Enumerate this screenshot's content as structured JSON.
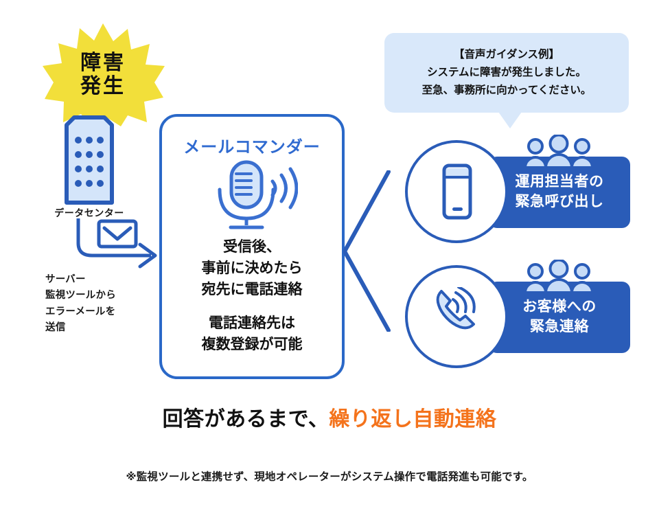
{
  "theme": {
    "brand_blue": "#2a5cb8",
    "title_blue": "#2f6ad0",
    "light_blue": "#d9e8fa",
    "burst_yellow": "#f2df3a",
    "accent_orange": "#f4731c",
    "text_black": "#111111",
    "background": "#ffffff"
  },
  "incident": {
    "burst_line1": "障害",
    "burst_line2": "発生",
    "datacenter_label": "データセンター",
    "server_note": "サーバー\n監視ツールから\nエラーメールを\n送信",
    "server_note_lines": [
      "サーバー",
      "監視ツールから",
      "エラーメールを",
      "送信"
    ],
    "mail_icon": "envelope-icon",
    "datacenter_icon": "data-center-rack-icon",
    "burst_icon": "starburst-shape"
  },
  "main_card": {
    "title": "メールコマンダー",
    "icon": "microphone-icon",
    "body_block_1": [
      "受信後、",
      "事前に決めたら",
      "宛先に電話連絡"
    ],
    "body_block_2": [
      "電話連絡先は",
      "複数登録が可能"
    ]
  },
  "speech_bubble": {
    "heading": "【音声ガイダンス例】",
    "line1": "システムに障害が発生しました。",
    "line2": "至急、事務所に向かってください。"
  },
  "outcomes": [
    {
      "circle_icon": "mobile-phone-icon",
      "people_icon": "people-group-icon",
      "label_line1": "運用担当者の",
      "label_line2": "緊急呼び出し"
    },
    {
      "circle_icon": "phone-call-icon",
      "people_icon": "people-group-icon",
      "label_line1": "お客様への",
      "label_line2": "緊急連絡"
    }
  ],
  "tagline": {
    "plain": "回答があるまで、",
    "accent": "繰り返し自動連絡"
  },
  "footnote": {
    "text": "※監視ツールと連携せず、現地オペレーターがシステム操作で電話発進も可能です。"
  }
}
